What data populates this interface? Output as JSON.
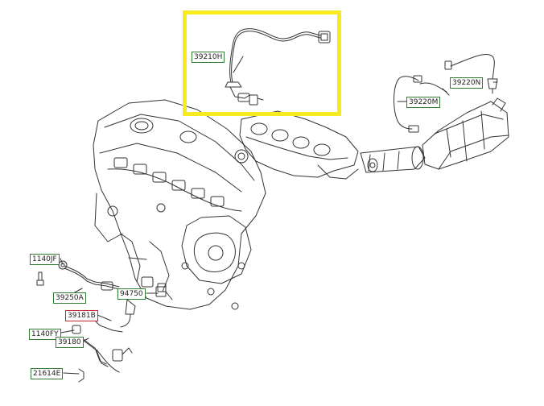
{
  "colors": {
    "highlight": "#f7ea1f",
    "label_border": "#2e7d32",
    "label_border_selected": "#c62828",
    "line": "#333333"
  },
  "labels": {
    "p39210H": "39210H",
    "p39220N": "39220N",
    "p39220M": "39220M",
    "p1140JF": "1140JF",
    "p39250A": "39250A",
    "p94750": "94750",
    "p39181B": "39181B",
    "p1140FY": "1140FY",
    "p39180": "39180",
    "p21614E": "21614E"
  }
}
